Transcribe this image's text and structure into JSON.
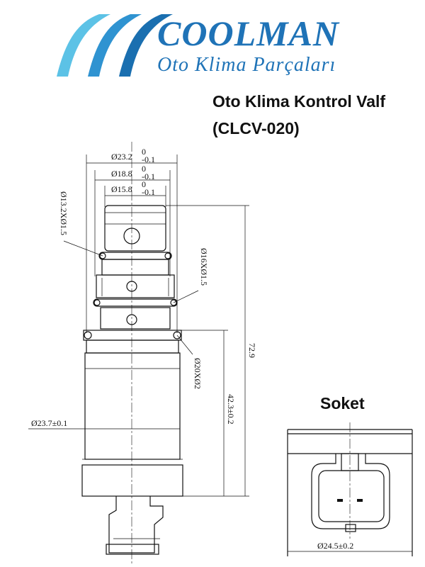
{
  "logo": {
    "brand": "COOLMAN",
    "tagline": "Oto Klima Parçaları",
    "brand_color": "#1f73b7",
    "stripe_colors": [
      "#5cc2e6",
      "#2f93d1",
      "#1a6fb0"
    ]
  },
  "title": {
    "line1": "Oto Klima Kontrol Valf",
    "line2": "(CLCV-020)"
  },
  "dimensions": {
    "d_23_2": "Ø23.2",
    "d_18_8": "Ø18.8",
    "d_15_8": "Ø15.8",
    "tol_upper": "0",
    "tol_lower": "-0.1",
    "d_13_2": "Ø13.2XØ1.5",
    "d_16": "Ø16XØ1.5",
    "d_20": "Ø20XØ2",
    "len_72_9": "72.9",
    "len_42_3": "42.3±0.2",
    "d_23_7": "Ø23.7±0.1"
  },
  "socket": {
    "label": "Soket",
    "dim": "Ø24.5±0.2"
  }
}
